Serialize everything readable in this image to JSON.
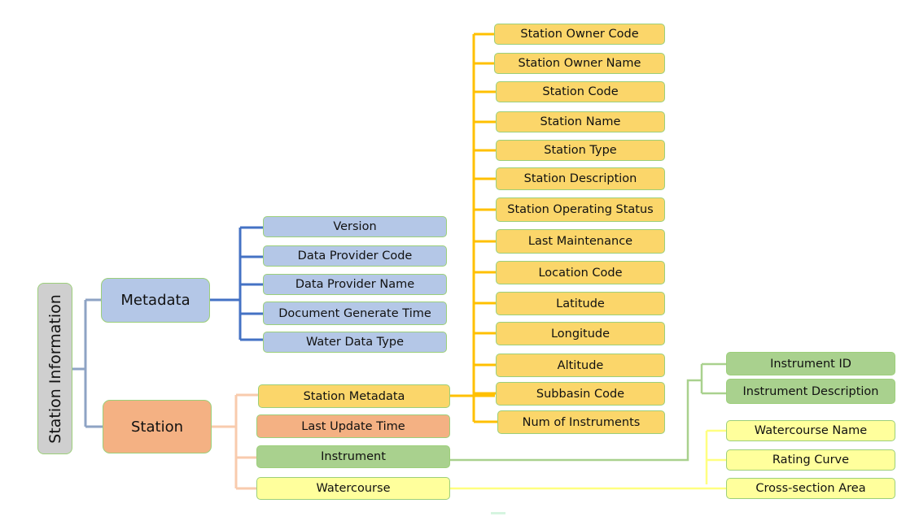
{
  "root": {
    "label": "Station Information"
  },
  "metadata": {
    "label": "Metadata",
    "children": [
      "Version",
      "Data Provider Code",
      "Data Provider Name",
      "Document Generate Time",
      "Water Data Type"
    ]
  },
  "station": {
    "label": "Station",
    "children": {
      "station_metadata": "Station Metadata",
      "last_update_time": "Last Update Time",
      "instrument": "Instrument",
      "watercourse": "Watercourse"
    }
  },
  "station_metadata_fields": [
    "Station Owner Code",
    "Station Owner Name",
    "Station Code",
    "Station Name",
    "Station Type",
    "Station Description",
    "Station Operating Status",
    "Last Maintenance",
    "Location Code",
    "Latitude",
    "Longitude",
    "Altitude",
    "Subbasin Code",
    "Num of Instruments"
  ],
  "instrument_fields": [
    "Instrument ID",
    "Instrument Description"
  ],
  "watercourse_fields": [
    "Watercourse Name",
    "Rating Curve",
    "Cross-section Area"
  ],
  "colors": {
    "root_line": "#8ea3c4",
    "metadata_line": "#4472c4",
    "station_line": "#f8cbad",
    "station_metadata_line": "#ffc000",
    "instrument_line": "#a9d18e",
    "watercourse_line": "#ffff80"
  }
}
